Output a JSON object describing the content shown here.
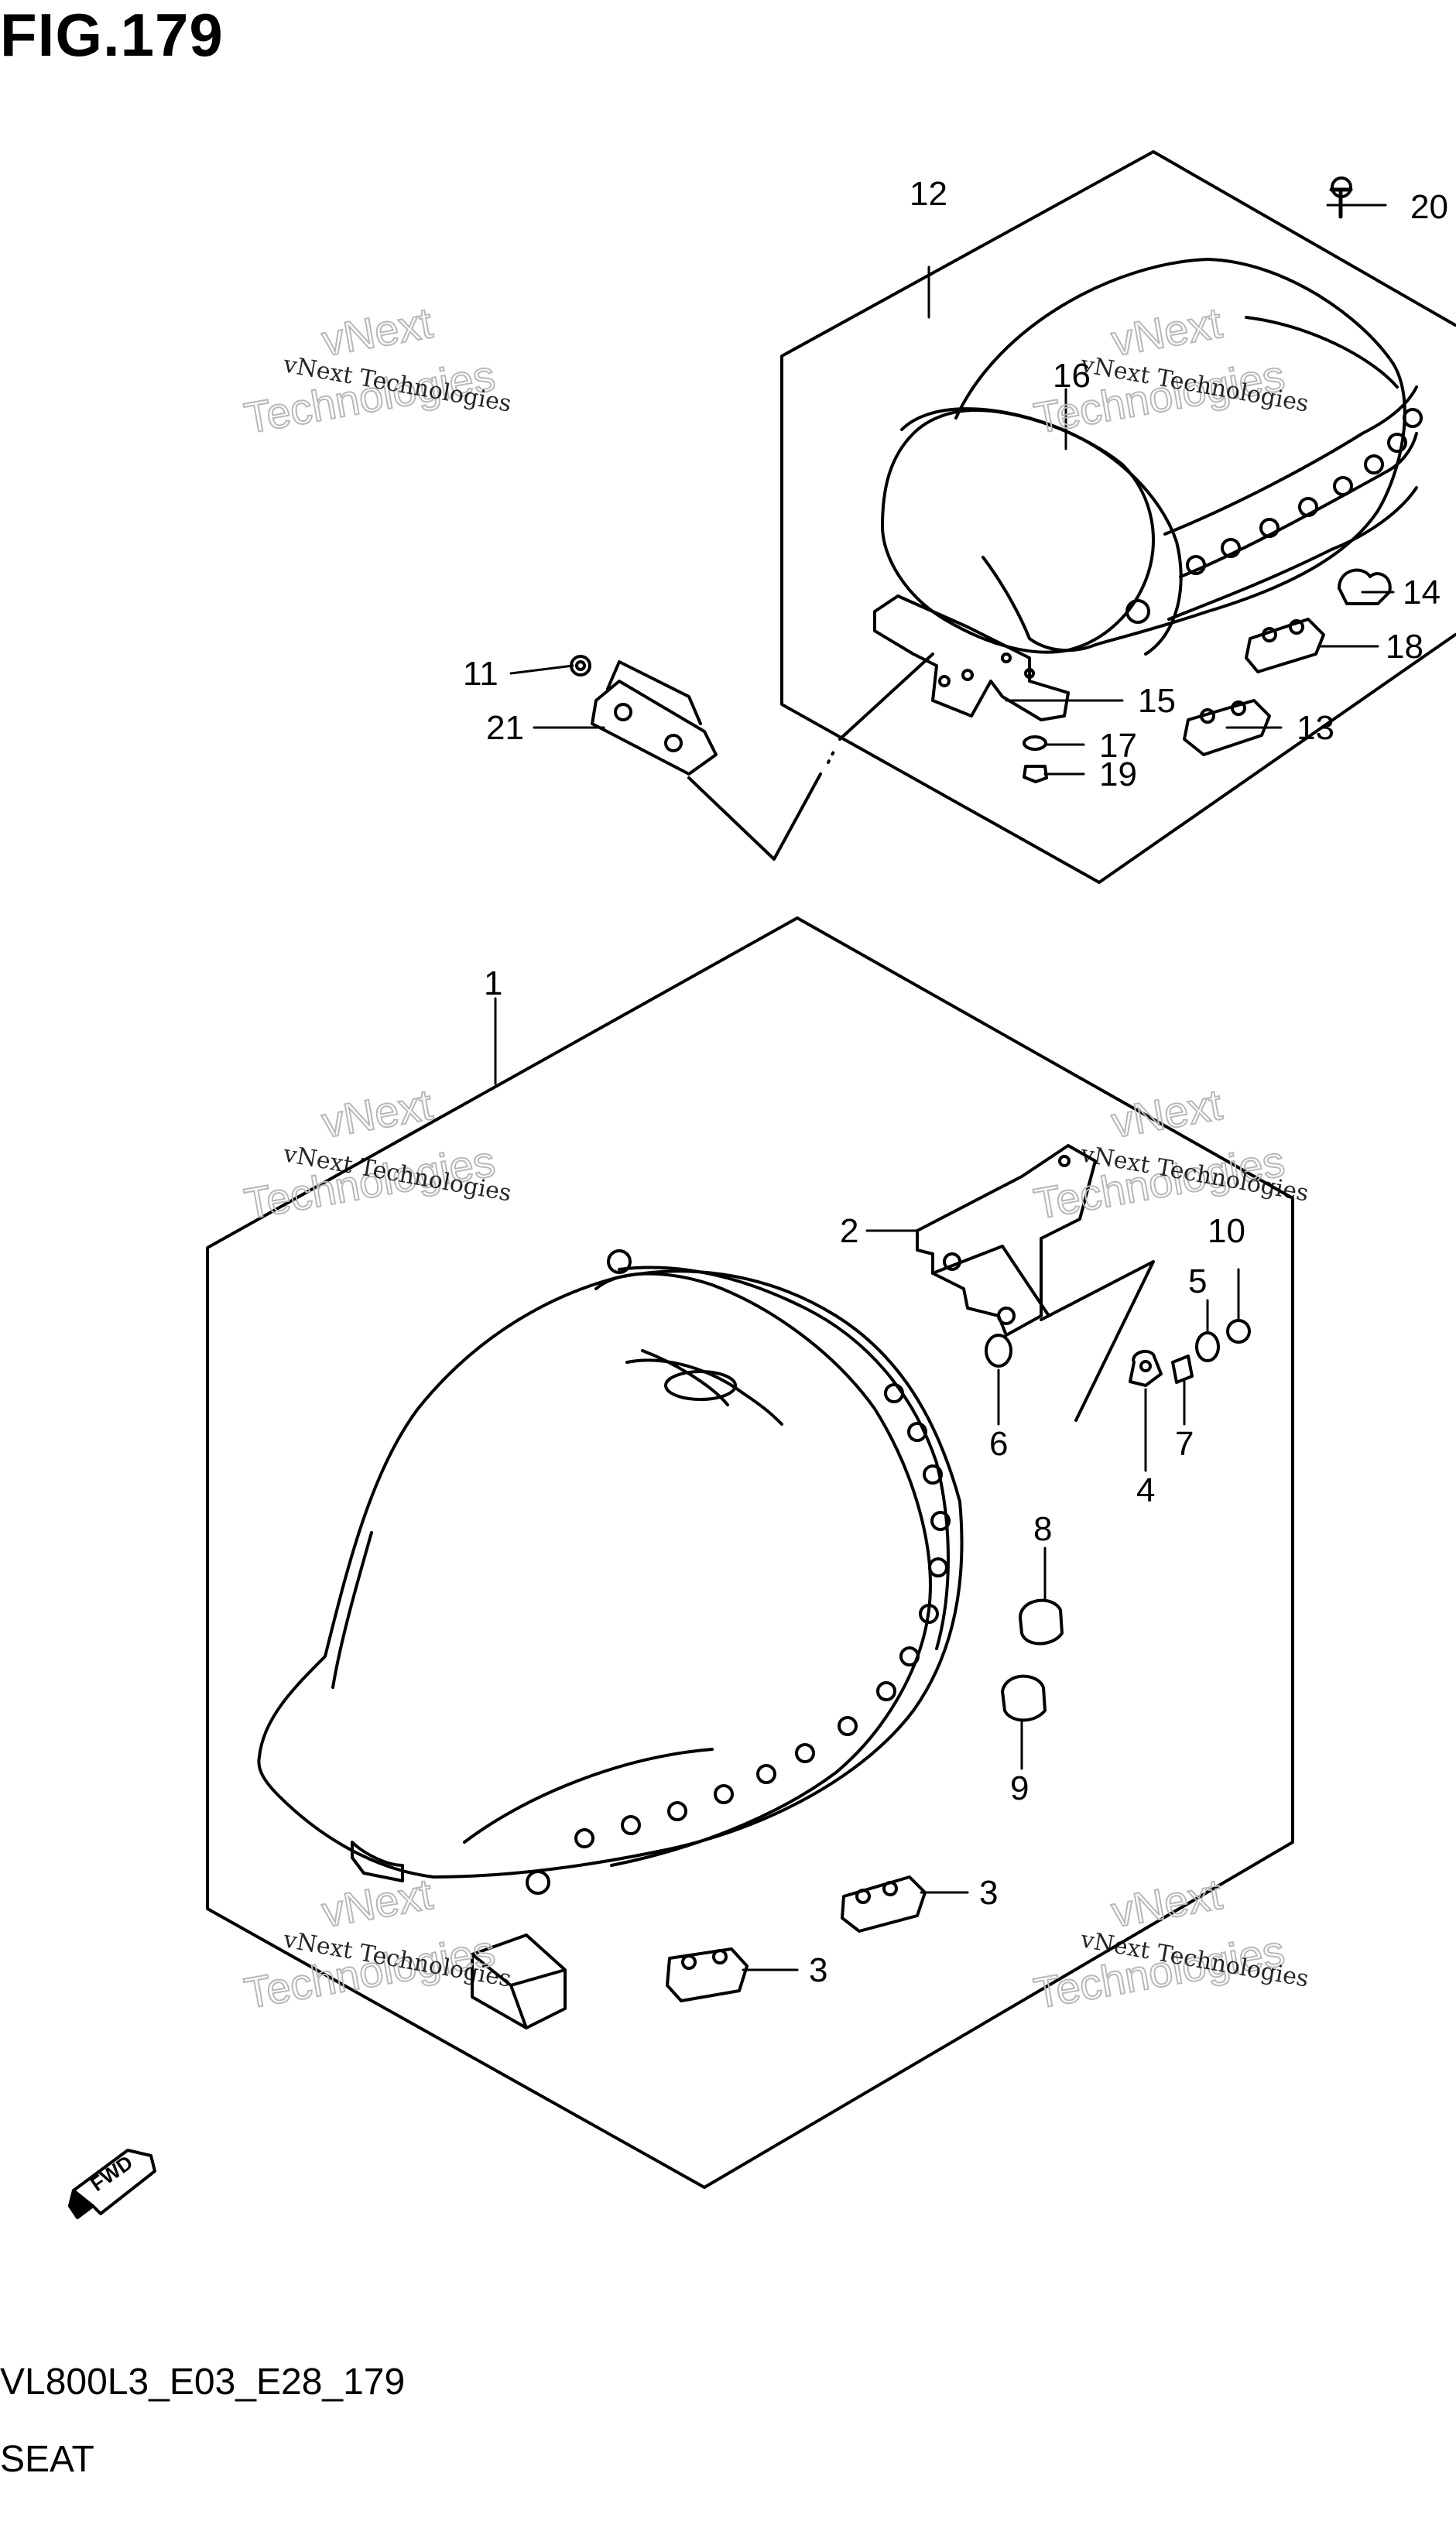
{
  "figure": {
    "title": "FIG.179",
    "model_code": "VL800L3_E03_E28_179",
    "section_name": "SEAT"
  },
  "watermark": {
    "line1": "vNext Technologies",
    "line2_a": "vNext",
    "line2_b": "Technologies"
  },
  "callouts": {
    "c1": "1",
    "c2": "2",
    "c3a": "3",
    "c3b": "3",
    "c4": "4",
    "c5": "5",
    "c6": "6",
    "c7": "7",
    "c8": "8",
    "c9": "9",
    "c10": "10",
    "c11": "11",
    "c12": "12",
    "c13": "13",
    "c14": "14",
    "c15": "15",
    "c16": "16",
    "c17": "17",
    "c18": "18",
    "c19": "19",
    "c20": "20",
    "c21": "21"
  },
  "fwd_arrow_label": "FWD",
  "colors": {
    "line": "#000000",
    "watermark": "#b8b8b8",
    "background": "#ffffff"
  }
}
